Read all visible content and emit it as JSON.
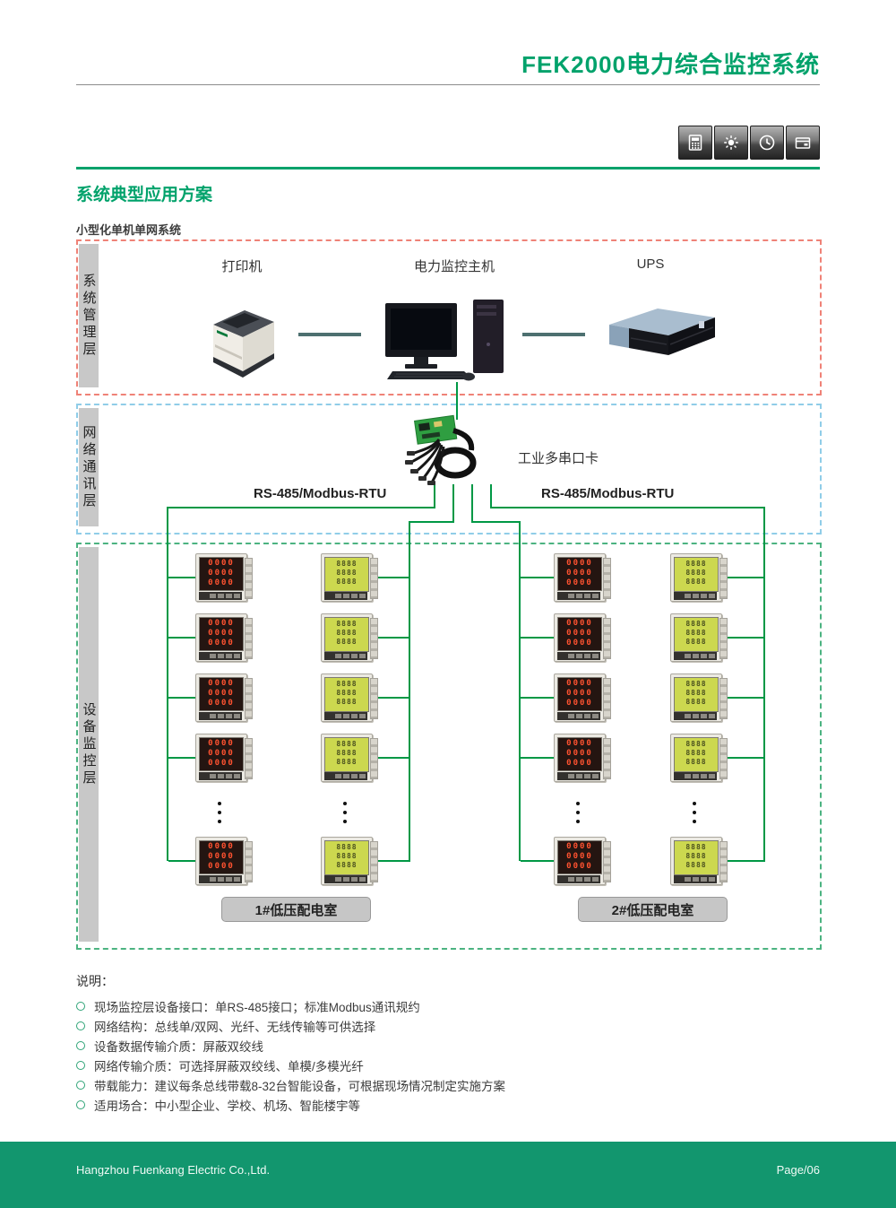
{
  "header": {
    "title": "FEK2000电力综合监控系统",
    "icons": [
      "calculator",
      "brightness",
      "clock",
      "radio"
    ]
  },
  "section": {
    "title": "系统典型应用方案",
    "subtitle": "小型化单机单网系统"
  },
  "layers": {
    "management": {
      "label": "系统管理层",
      "devices": [
        {
          "label": "打印机"
        },
        {
          "label": "电力监控主机"
        },
        {
          "label": "UPS"
        }
      ]
    },
    "network": {
      "label": "网络通讯层",
      "device_label": "工业多串口卡",
      "bus_left": "RS-485/Modbus-RTU",
      "bus_right": "RS-485/Modbus-RTU"
    },
    "device": {
      "label": "设备监控层",
      "columns": [
        {
          "display": "led"
        },
        {
          "display": "lcd"
        },
        {
          "display": "led"
        },
        {
          "display": "lcd"
        }
      ],
      "visible_rows": 4,
      "ellipsis": "⋮",
      "rooms": [
        {
          "label": "1#低压配电室"
        },
        {
          "label": "2#低压配电室"
        }
      ]
    }
  },
  "meter": {
    "led_rows": [
      "0000",
      "0000",
      "0000"
    ],
    "lcd_rows": [
      "8888",
      "8888",
      "8888"
    ]
  },
  "notes": {
    "title": "说明：",
    "items": [
      "现场监控层设备接口：单RS-485接口；标准Modbus通讯规约",
      "网络结构：总线单/双网、光纤、无线传输等可供选择",
      "设备数据传输介质：屏蔽双绞线",
      "网络传输介质：可选择屏蔽双绞线、单模/多模光纤",
      "带载能力：建议每条总线带载8-32台智能设备，可根据现场情况制定实施方案",
      "适用场合：中小型企业、学校、机场、智能楼宇等"
    ]
  },
  "footer": {
    "company": "Hangzhou Fuenkang Electric Co.,Ltd.",
    "page": "Page/06"
  },
  "colors": {
    "brand_green": "#00a26b",
    "line_green": "#009845",
    "footer_green": "#12966e",
    "mgmt_border": "#ef8277",
    "net_border": "#90cde8",
    "device_border": "#4cb381"
  }
}
